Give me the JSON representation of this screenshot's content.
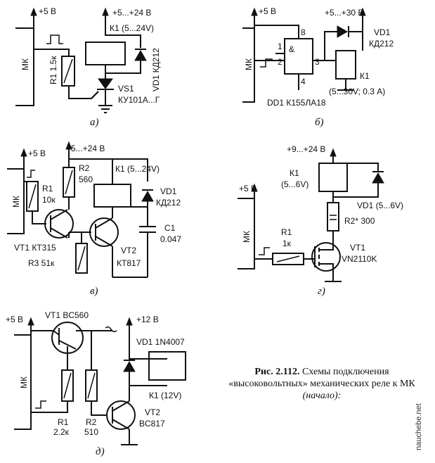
{
  "circuits": {
    "a": {
      "label": "а)",
      "v_mcu": "+5 В",
      "v_load": "+5...+24 В",
      "relay": "К1 (5...24V)",
      "diode": "VD1 КД212",
      "resistor": "R1 1.5к",
      "thyristor_ref": "VS1",
      "thyristor_type": "КУ101А...Г",
      "mcu": "МК"
    },
    "b": {
      "label": "б)",
      "v_mcu": "+5 В",
      "v_load": "+5...+30 В",
      "diode_ref": "VD1",
      "diode_type": "КД212",
      "chip": "DD1 К155ЛА18",
      "pin8": "8",
      "pin1": "1",
      "pin2": "2",
      "pin3": "3",
      "pin4": "4",
      "relay_ref": "К1",
      "relay_spec": "(5...30V; 0.3 А)",
      "mcu": "МК",
      "gate_symbol": "&"
    },
    "v": {
      "label": "в)",
      "v_mcu": "+5 В",
      "v_load": "+5...+24 В",
      "r2_ref": "R2",
      "r2_val": "560",
      "relay": "К1 (5...24V)",
      "diode_ref": "VD1",
      "diode_type": "КД212",
      "r1_ref": "R1",
      "r1_val": "10к",
      "c1_ref": "С1",
      "c1_val": "0.047",
      "vt1": "VT1 КТ315",
      "r3": "R3 51к",
      "vt2_ref": "VT2",
      "vt2_type": "КТ817",
      "mcu": "МК"
    },
    "g": {
      "label": "г)",
      "v_load": "+9...+24 В",
      "relay_ref": "К1",
      "relay_spec": "(5...6V)",
      "v_mcu": "+5 В",
      "diode": "VD1 (5...6V)",
      "r2": "R2* 300",
      "r1_ref": "R1",
      "r1_val": "1к",
      "vt1_ref": "VT1",
      "vt1_type": "VN2110K",
      "mcu": "МК"
    },
    "d": {
      "label": "д)",
      "v_mcu": "+5 В",
      "vt1": "VT1 BC560",
      "v_load": "+12 В",
      "diode": "VD1 1N4007",
      "relay": "К1 (12V)",
      "r1_ref": "R1",
      "r1_val": "2.2к",
      "r2_ref": "R2",
      "r2_val": "510",
      "vt2_ref": "VT2",
      "vt2_type": "BC817",
      "mcu": "МК"
    }
  },
  "caption": {
    "fig": "Рис. 2.112.",
    "line1": " Схемы подключения",
    "line2": "«высоковольтных» механических реле к МК",
    "line3": "(начало):"
  },
  "watermark": "nauchebe.net"
}
